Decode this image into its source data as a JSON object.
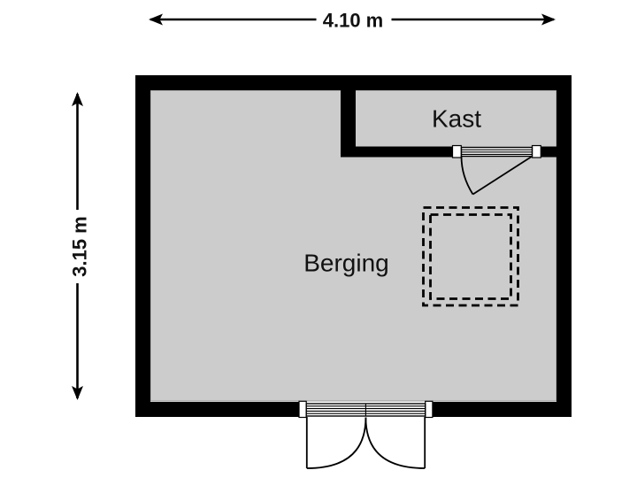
{
  "plan": {
    "rooms": [
      {
        "id": "berging",
        "label": "Berging"
      },
      {
        "id": "kast",
        "label": "Kast"
      }
    ],
    "dimensions": {
      "width": {
        "label": "4.10 m"
      },
      "height": {
        "label": "3.15 m"
      }
    },
    "symbols": {
      "kast_door": "single-door-swing",
      "entry_door": "double-door-swing",
      "roof_window": "skylight-dashed-outline"
    }
  },
  "colors": {
    "background": "#ffffff",
    "wall": "#000000",
    "floor": "#cccccc",
    "floor_outline": "#999999",
    "label_bg": "#ffffff",
    "text": "#111111"
  }
}
